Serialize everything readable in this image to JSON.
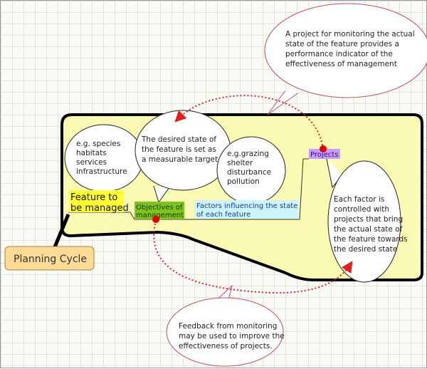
{
  "root": {
    "label": "Planning Cycle"
  },
  "nodes": {
    "feature": "Feature to be managed",
    "feature_lines": [
      "Feature to",
      "be managed"
    ],
    "objectives_lines": [
      "Objectives of",
      "management"
    ],
    "factors_lines": [
      "Factors influencing the state",
      "of each feature"
    ],
    "projects": "Projects"
  },
  "callouts": {
    "monitoring": [
      "A project for monitoring the actual",
      "state of the feature provides a",
      "performance indicator of the",
      "effectiveness of management"
    ],
    "feature_examples": [
      "e.g. species",
      "habitats",
      "services",
      "infrastructure"
    ],
    "desired_state": [
      "The desired state of",
      "the feature is set as",
      "a measurable target"
    ],
    "factor_examples": [
      "e.g.grazing",
      "shelter",
      "disturbance",
      "pollution"
    ],
    "each_factor": [
      "Each factor is",
      "controlled with",
      "projects that bring",
      "the actual state of",
      "the feature towards",
      "the desired state"
    ],
    "feedback": [
      "Feedback from monitoring",
      "may be used to improve the",
      "effectiveness of projects."
    ]
  },
  "colors": {
    "region": "#fafab4",
    "feature": "#ffff33",
    "objectives": "#7dc21f",
    "factors": "#ccf4ff",
    "projects": "#cc99ff",
    "root": "#fbdb96",
    "arrow": "#e02020"
  }
}
